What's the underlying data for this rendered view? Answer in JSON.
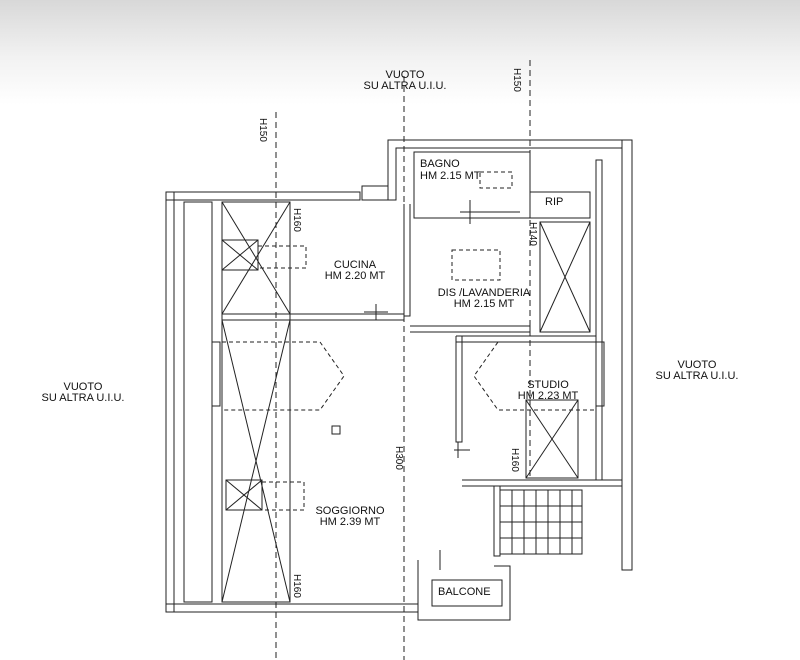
{
  "labels": {
    "vuoto_top": [
      "VUOTO",
      "SU ALTRA U.I.U."
    ],
    "vuoto_left": [
      "VUOTO",
      "SU ALTRA U.I.U."
    ],
    "vuoto_right": [
      "VUOTO",
      "SU ALTRA U.I.U."
    ],
    "bagno": [
      "BAGNO",
      "HM 2.15 MT"
    ],
    "rip": "RIP",
    "cucina": [
      "CUCINA",
      "HM 2.20 MT"
    ],
    "dis_lavanderia": [
      "DIS /LAVANDERIA",
      "HM 2.15 MT"
    ],
    "studio": [
      "STUDIO",
      "HM 2.23 MT"
    ],
    "soggiorno": [
      "SOGGIORNO",
      "HM 2.39 MT"
    ],
    "balcone": "BALCONE"
  },
  "heights": {
    "h150_left": "H150",
    "h150_right": "H150",
    "h160_kitchen": "H160",
    "h160_study": "H160",
    "h160_bottom": "H160",
    "h140": "H140",
    "h300": "H300"
  }
}
